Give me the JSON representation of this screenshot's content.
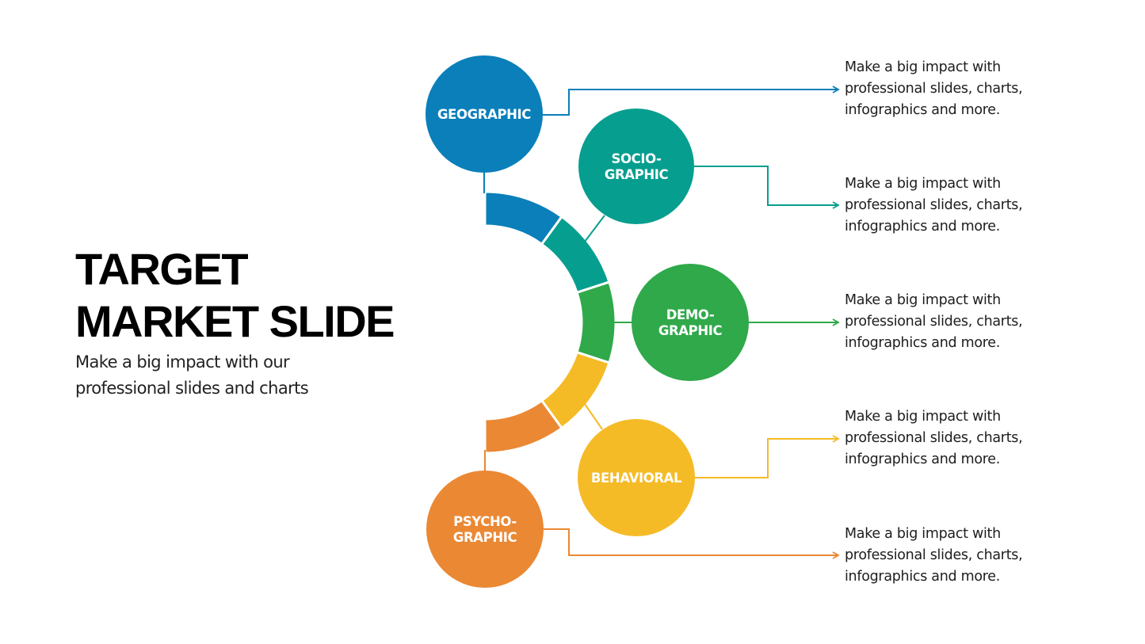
{
  "slide": {
    "title_lines": [
      "TARGET",
      "MARKET SLIDE"
    ],
    "subtitle": "Make a big impact with our professional slides and charts"
  },
  "segments": [
    {
      "id": "geographic",
      "label_lines": [
        "GEOGRAPHIC"
      ],
      "color": "#0A7FBA",
      "description": "Make a big impact with professional slides, charts, infographics and more."
    },
    {
      "id": "sociographic",
      "label_lines": [
        "SOCIO-",
        "GRAPHIC"
      ],
      "color": "#069E8F",
      "description": "Make a big impact with professional slides, charts, infographics and more."
    },
    {
      "id": "demographic",
      "label_lines": [
        "DEMO-",
        "GRAPHIC"
      ],
      "color": "#2FA94A",
      "description": "Make a big impact with professional slides, charts, infographics and more."
    },
    {
      "id": "behavioral",
      "label_lines": [
        "BEHAVIORAL"
      ],
      "color": "#F5BB27",
      "description": "Make a big impact with professional slides, charts, infographics and more."
    },
    {
      "id": "psychographic",
      "label_lines": [
        "PSYCHO-",
        "GRAPHIC"
      ],
      "color": "#EA8834",
      "description": "Make a big impact with professional slides, charts, infographics and more."
    }
  ]
}
